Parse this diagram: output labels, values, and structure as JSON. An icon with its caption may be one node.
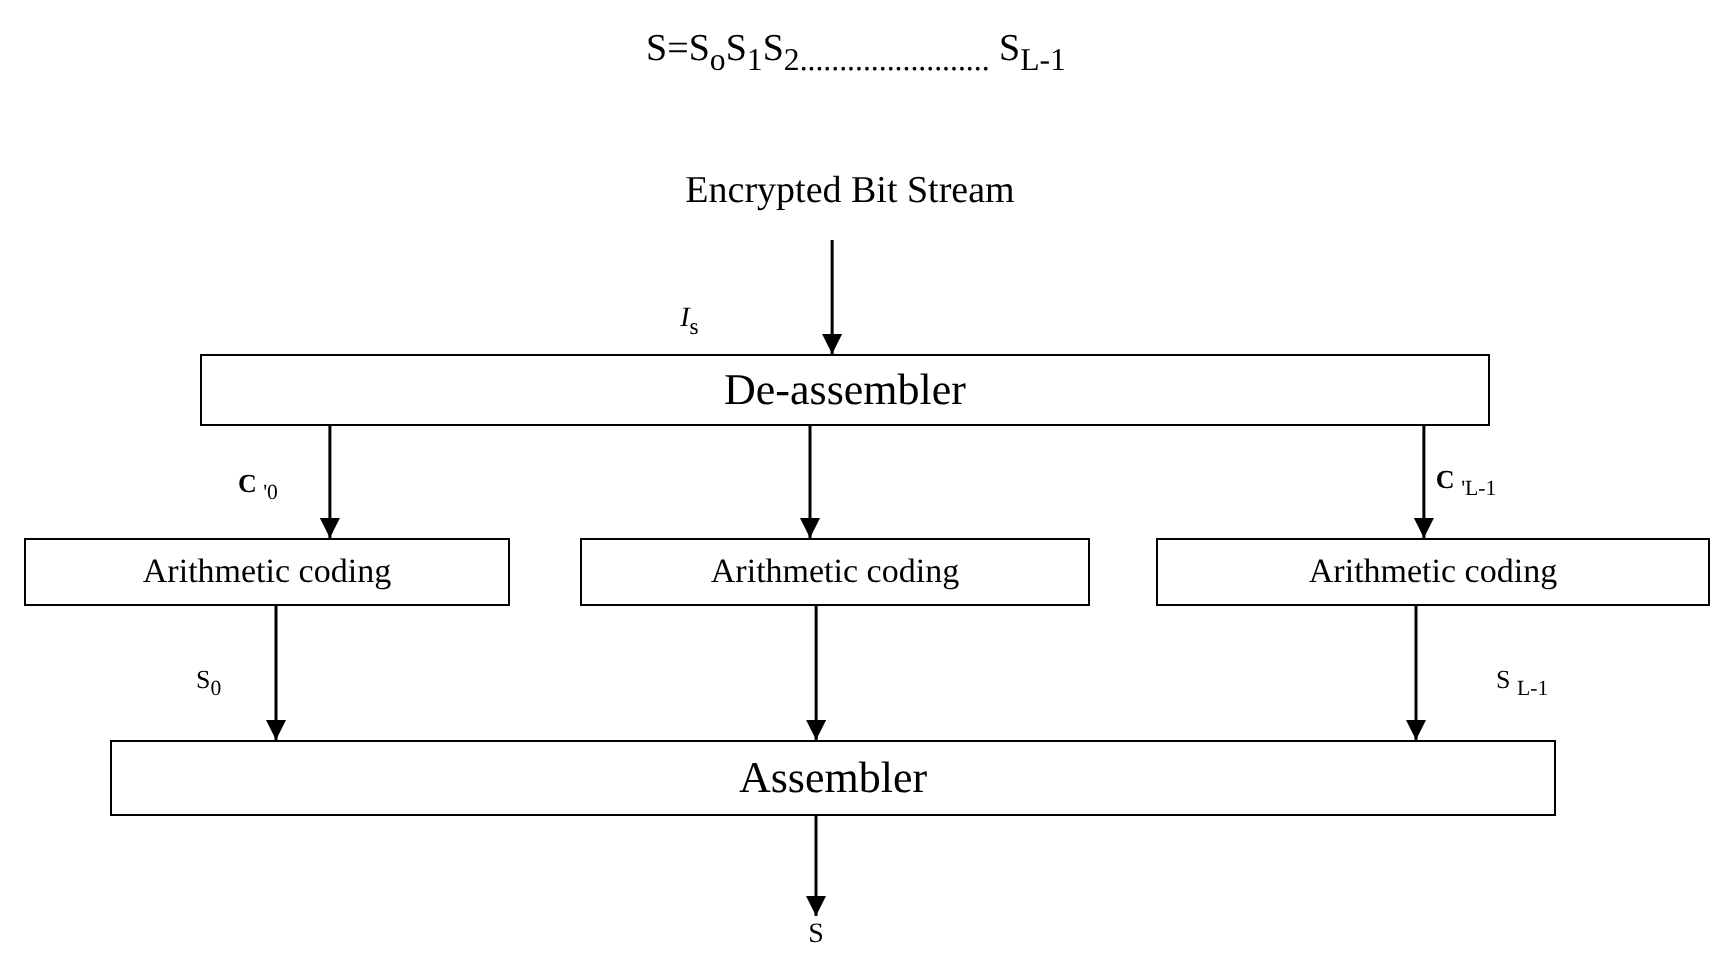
{
  "diagram": {
    "title": "S=S$_{o}$S$_{1}$S$_{2}$$_{........................}$ S$_{L-1}$",
    "nodes": [
      {
        "text": [
          "Encrypted Bit Stream"
        ]
      },
      {
        "text": [
          "De-assembler"
        ]
      },
      {
        "text": [
          "Arithmetic coding"
        ]
      },
      {
        "text": [
          "Arithmetic coding"
        ]
      },
      {
        "text": [
          "Arithmetic coding"
        ]
      },
      {
        "text": [
          "Assembler"
        ]
      },
      {
        "text": [
          "S"
        ]
      }
    ],
    "edges": [
      {
        "from": 0,
        "to": 1,
        "arrow": "to",
        "label": "*I*$_{s}$"
      },
      {
        "from": 1,
        "to": 2,
        "arrow": "to",
        "label": "**C** $_{'0}$"
      },
      {
        "from": 1,
        "to": 3,
        "arrow": "to"
      },
      {
        "from": 1,
        "to": 4,
        "arrow": "to",
        "label": "**C** $_{'L-1}$"
      },
      {
        "from": 2,
        "to": 5,
        "arrow": "to",
        "label": "S$_{0}$"
      },
      {
        "from": 3,
        "to": 5,
        "arrow": "to"
      },
      {
        "from": 4,
        "to": 5,
        "arrow": "to",
        "label": "S $_{L-1}$"
      },
      {
        "from": 5,
        "to": 6,
        "arrow": "to"
      }
    ]
  }
}
